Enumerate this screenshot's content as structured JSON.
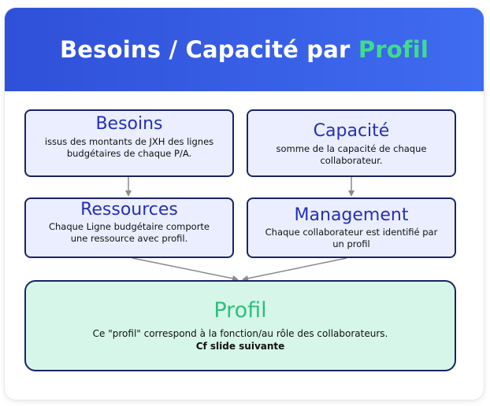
{
  "title": {
    "prefix": "Besoins / Capacité par ",
    "accent": "Profil"
  },
  "boxes": {
    "besoins": {
      "heading": "Besoins",
      "text": "issus des montants de JXH des lignes budgétaires de chaque P/A."
    },
    "capacite": {
      "heading": "Capacité",
      "text": "somme de la capacité de chaque collaborateur."
    },
    "ressources": {
      "heading": "Ressources",
      "text": "Chaque Ligne budgétaire comporte une ressource avec profil."
    },
    "management": {
      "heading": "Management",
      "text": "Chaque collaborateur est identifié par un profil"
    },
    "profil": {
      "heading": "Profil",
      "text": "Ce \"profil\" correspond à la fonction/au rôle des collaborateurs.",
      "bold": "Cf slide suivante"
    }
  },
  "colors": {
    "header": "#3a5fe8",
    "accent": "#3fdc8c",
    "box_fill": "#ebeeff",
    "box_border": "#1a2466",
    "heading": "#2430b8",
    "profil_fill": "#d6f6e9",
    "profil_heading": "#2fbf7c",
    "arrow": "#8a8a8a"
  }
}
